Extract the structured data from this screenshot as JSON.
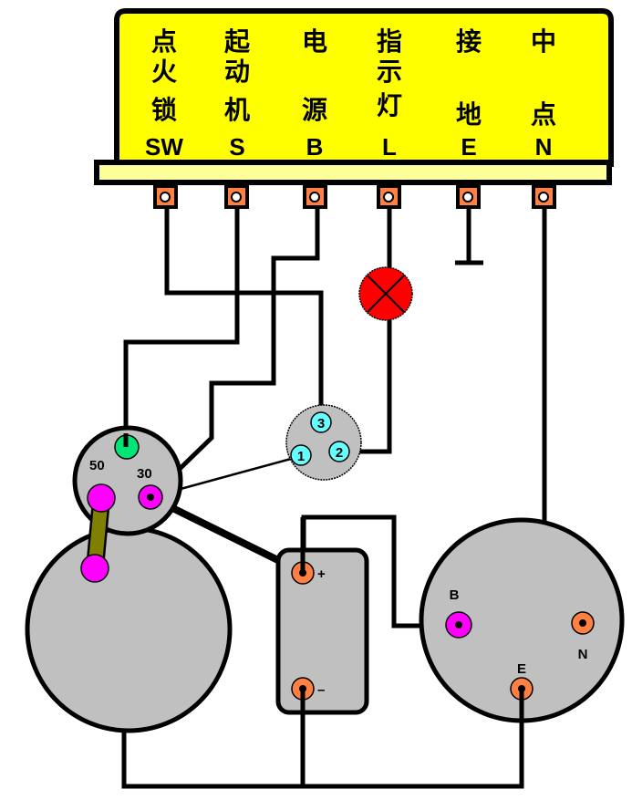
{
  "regulator": {
    "terminals": [
      {
        "chinese": [
          "点",
          "火",
          "锁"
        ],
        "code": "SW"
      },
      {
        "chinese": [
          "起",
          "动",
          "机"
        ],
        "code": "S"
      },
      {
        "chinese": [
          "电",
          "",
          "源"
        ],
        "code": "B"
      },
      {
        "chinese": [
          "指",
          "示",
          "灯"
        ],
        "code": "L"
      },
      {
        "chinese": [
          "接",
          "",
          "地"
        ],
        "code": "E"
      },
      {
        "chinese": [
          "中",
          "",
          "点"
        ],
        "code": "N"
      }
    ]
  },
  "starter": {
    "terminal_50": "50",
    "terminal_30": "30"
  },
  "ignition_switch": {
    "pins": [
      "1",
      "2",
      "3"
    ]
  },
  "battery": {
    "plus": "+",
    "minus": "–"
  },
  "alternator": {
    "b": "B",
    "n": "N",
    "e": "E"
  },
  "colors": {
    "regulator_body": "#ffff00",
    "regulator_base": "#ffff99",
    "terminal": "#ff8040",
    "component_gray": "#c0c0c0",
    "lamp": "#ff0000",
    "magenta": "#ff00ff",
    "green": "#00e676",
    "cyan": "#66ffff",
    "link": "#808000"
  }
}
